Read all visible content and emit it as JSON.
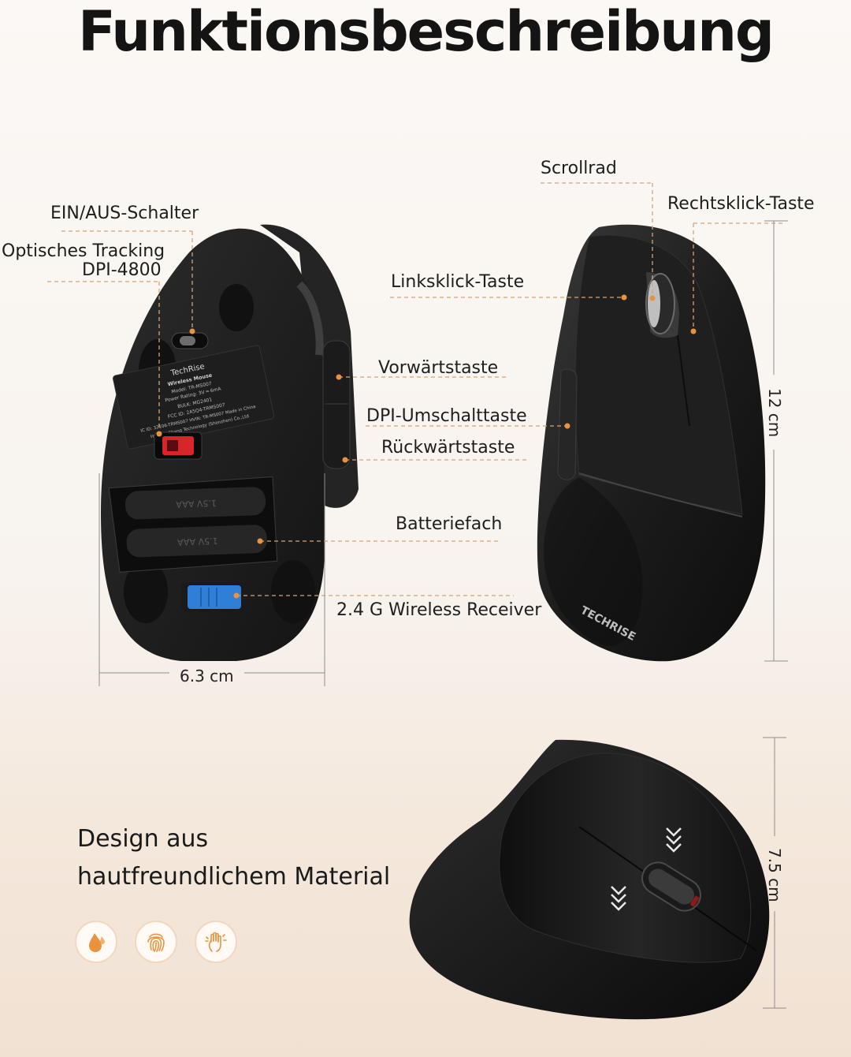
{
  "title": "Funktionsbeschreibung",
  "labels": {
    "power_switch": "EIN/AUS-Schalter",
    "optical_tracking_line1": "Optisches Tracking",
    "optical_tracking_line2": "DPI-4800",
    "scroll_wheel": "Scrollrad",
    "right_click": "Rechtsklick-Taste",
    "left_click": "Linksklick-Taste",
    "forward_button": "Vorwärtstaste",
    "dpi_switch": "DPI-Umschalttaste",
    "back_button": "Rückwärtstaste",
    "battery": "Batteriefach",
    "receiver": "2.4 G Wireless Receiver"
  },
  "dimensions": {
    "width": "6.3 cm",
    "length": "12 cm",
    "height": "7.5 cm"
  },
  "material": {
    "line1": "Design aus",
    "line2": "hautfreundlichem Material"
  },
  "feature_icons": [
    "water-drop-icon",
    "fingerprint-icon",
    "hand-icon"
  ],
  "product_text": {
    "brand_side": "TECHRISE",
    "sticker_brand": "TechRise",
    "sticker_title": "Wireless Mouse",
    "sticker_model": "Model: TR-MS007",
    "sticker_power": "Power Rating: 3V ═ 6mA",
    "sticker_bulk": "BULK: MG2401",
    "sticker_fcc": "FCC ID: 2A5Q4-TRMS007",
    "sticker_ic": "IC ID: 32106-TRMS007  HVIN: TR-MS007  Made in China",
    "sticker_maker": "HuiziYunShang Technology (Shenzhen) Co.,Ltd",
    "battery_cell": "1.5V  AAA"
  },
  "colors": {
    "accent": "#e8943f",
    "leader_line": "#d9a273",
    "receiver_blue": "#2f7fd6",
    "sensor_red": "#d6262a",
    "mouse_body": "#1a1a1a"
  }
}
